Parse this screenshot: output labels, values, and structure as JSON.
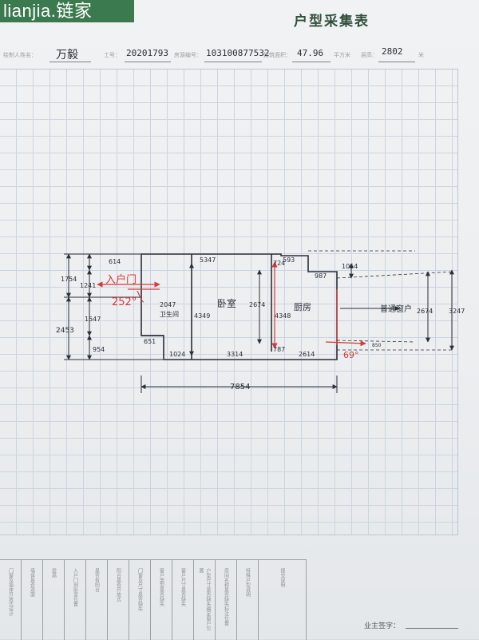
{
  "header": {
    "brand": "lianjia.链家",
    "title": "户型采集表"
  },
  "info": {
    "drawer_label": "绘制人姓名：",
    "drawer_value": "万毅",
    "staff_id_label": "工号：",
    "staff_id_value": "20201793",
    "house_no_label": "房源编号：",
    "house_no_value": "103100877532",
    "area_label": "建筑面积：",
    "area_value": "47.96",
    "area_unit": "平方米",
    "height_label": "层高：",
    "height_value": "2802",
    "height_unit": "米"
  },
  "plan": {
    "rooms": {
      "entry": "入户门",
      "bathroom": "卫生间",
      "bedroom": "卧室",
      "kitchen": "厨房",
      "window": "普通窗户"
    },
    "angles": {
      "entry_angle": "252°",
      "window_angle": "69°"
    },
    "dims": {
      "left_total_top": "1754",
      "left_a": "614",
      "left_b": "1241",
      "left_c": "1547",
      "left_total_bottom": "2453",
      "left_d": "954",
      "top_wall": "5347",
      "bath_width": "2047",
      "bath_height": "4349",
      "bath_notch": "651",
      "bath_bottom": "1024",
      "bed_bottom": "3314",
      "bed_inner": "2674",
      "kitchen_height": "4348",
      "kitchen_top_a": "724",
      "kitchen_top_b": "593",
      "kitchen_bottom_notch": "787",
      "kitchen_bottom": "2614",
      "kitchen_step": "987",
      "right_top": "1054",
      "right_window": "2674",
      "right_total": "3247",
      "right_small": "850",
      "overall_width": "7854"
    }
  },
  "table": {
    "columns": [
      "门窗及墙体开放式设计",
      "墙体是否双面",
      "层高",
      "入户门到卧室位置",
      "是否有阳台",
      "阳台是否开放式",
      "门窗及尺寸是否缺失",
      "窗户类型是否缺失",
      "窗户尺寸是否缺失",
      "户型尺寸是否缺失确定窗户位置",
      "房间名称是否缺失标注位置",
      "特殊户型说明",
      "提交说明"
    ],
    "sign_label": "业主签字："
  },
  "colors": {
    "brand": "#3b7a4e",
    "ink": "#2a2f36",
    "red": "#d43a3a",
    "grid": "#cad5e1"
  }
}
